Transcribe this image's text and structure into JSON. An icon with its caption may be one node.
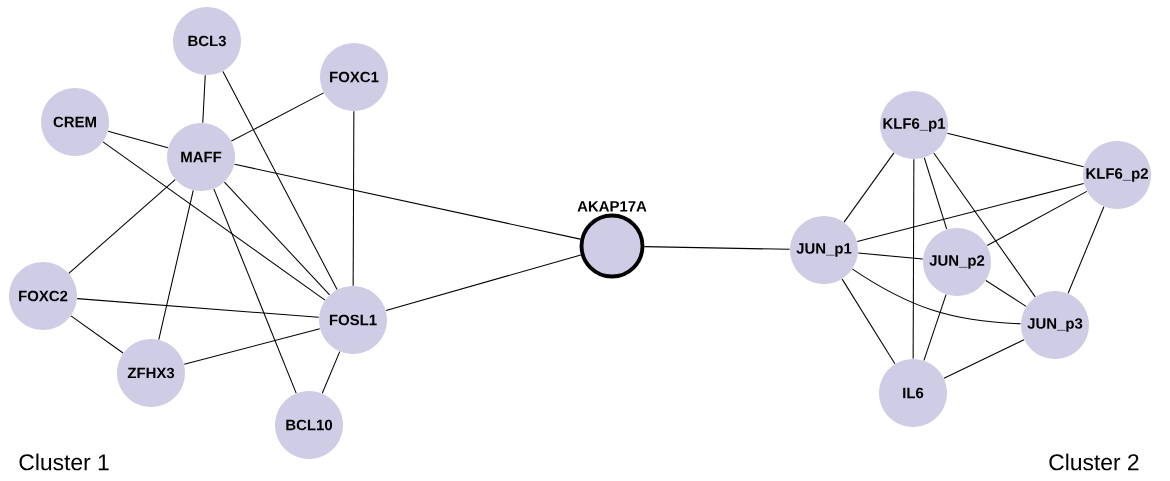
{
  "diagram": {
    "nodes": [
      {
        "text": [
          "BCL3"
        ]
      },
      {
        "text": [
          "FOXC1"
        ]
      },
      {
        "text": [
          "CREM"
        ]
      },
      {
        "text": [
          "MAFF"
        ]
      },
      {
        "text": [
          "FOXC2"
        ]
      },
      {
        "text": [
          "ZFHX3"
        ]
      },
      {
        "text": [
          "FOSL1"
        ]
      },
      {
        "text": [
          "BCL10"
        ]
      },
      {
        "text": [
          "AKAP17A"
        ]
      },
      {
        "text": [
          "KLF6_p1"
        ]
      },
      {
        "text": [
          "KLF6_p2"
        ]
      },
      {
        "text": [
          "JUN_p1"
        ]
      },
      {
        "text": [
          "JUN_p2"
        ]
      },
      {
        "text": [
          "JUN_p3"
        ]
      },
      {
        "text": [
          "IL6"
        ]
      }
    ],
    "edges": [
      {
        "from": 0,
        "to": 3,
        "arrow": "none"
      },
      {
        "from": 0,
        "to": 6,
        "arrow": "none"
      },
      {
        "from": 1,
        "to": 3,
        "arrow": "none"
      },
      {
        "from": 1,
        "to": 6,
        "arrow": "none"
      },
      {
        "from": 2,
        "to": 3,
        "arrow": "none"
      },
      {
        "from": 2,
        "to": 6,
        "arrow": "none"
      },
      {
        "from": 3,
        "to": 8,
        "arrow": "none"
      },
      {
        "from": 3,
        "to": 4,
        "arrow": "none"
      },
      {
        "from": 3,
        "to": 5,
        "arrow": "none"
      },
      {
        "from": 3,
        "to": 7,
        "arrow": "none"
      },
      {
        "from": 3,
        "to": 6,
        "arrow": "none"
      },
      {
        "from": 4,
        "to": 6,
        "arrow": "none"
      },
      {
        "from": 4,
        "to": 5,
        "arrow": "none"
      },
      {
        "from": 5,
        "to": 6,
        "arrow": "none"
      },
      {
        "from": 6,
        "to": 7,
        "arrow": "none"
      },
      {
        "from": 6,
        "to": 8,
        "arrow": "none"
      },
      {
        "from": 8,
        "to": 11,
        "arrow": "none"
      },
      {
        "from": 9,
        "to": 11,
        "arrow": "none"
      },
      {
        "from": 9,
        "to": 14,
        "arrow": "none"
      },
      {
        "from": 9,
        "to": 12,
        "arrow": "none"
      },
      {
        "from": 9,
        "to": 13,
        "arrow": "none"
      },
      {
        "from": 9,
        "to": 10,
        "arrow": "none"
      },
      {
        "from": 10,
        "to": 11,
        "arrow": "none"
      },
      {
        "from": 10,
        "to": 12,
        "arrow": "none"
      },
      {
        "from": 10,
        "to": 13,
        "arrow": "none"
      },
      {
        "from": 11,
        "to": 12,
        "arrow": "none"
      },
      {
        "from": 11,
        "to": 13,
        "arrow": "none"
      },
      {
        "from": 11,
        "to": 14,
        "arrow": "none"
      },
      {
        "from": 12,
        "to": 13,
        "arrow": "none"
      },
      {
        "from": 12,
        "to": 14,
        "arrow": "none"
      },
      {
        "from": 13,
        "to": 14,
        "arrow": "none"
      }
    ],
    "labels": [
      "Cluster 1",
      "Cluster 2"
    ]
  }
}
